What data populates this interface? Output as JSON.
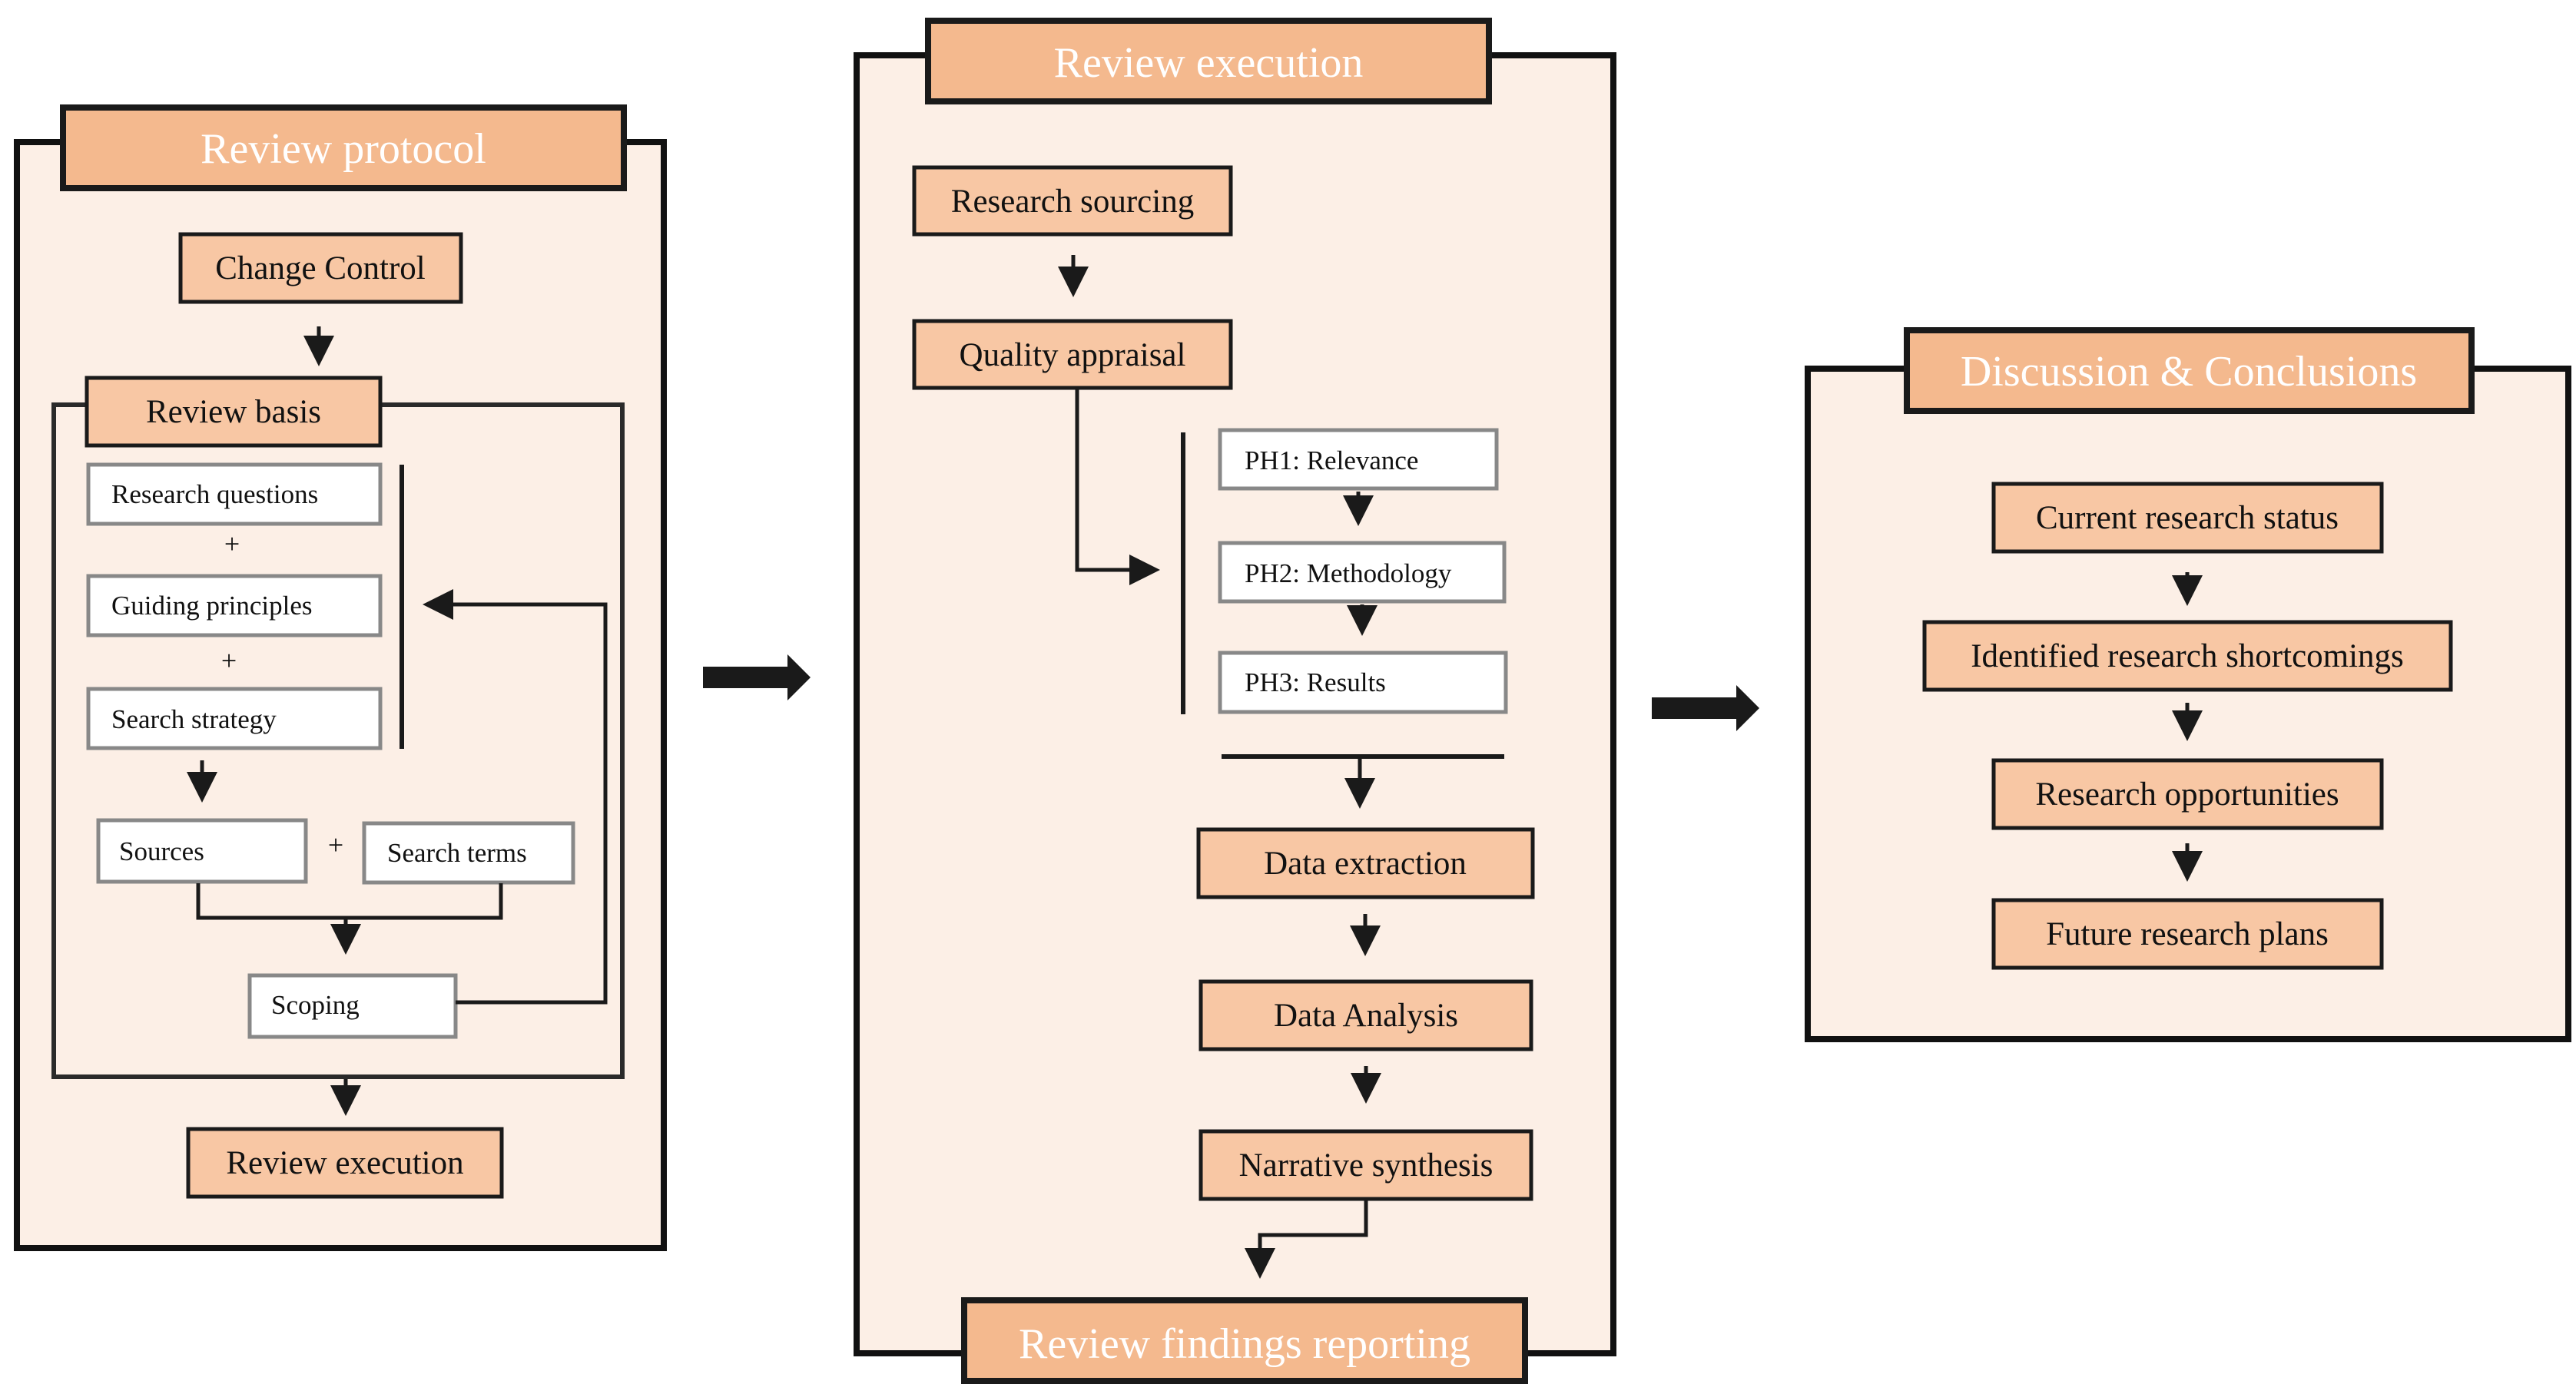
{
  "protocol": {
    "title": "Review protocol",
    "change_control": "Change Control",
    "review_basis": "Review basis",
    "research_questions": "Research questions",
    "guiding_principles": "Guiding principles",
    "search_strategy": "Search strategy",
    "plus": "+",
    "sources": "Sources",
    "search_terms": "Search terms",
    "scoping": "Scoping",
    "review_execution": "Review execution"
  },
  "execution": {
    "title": "Review execution",
    "research_sourcing": "Research sourcing",
    "quality_appraisal": "Quality appraisal",
    "ph1": "PH1: Relevance",
    "ph2": "PH2: Methodology",
    "ph3": "PH3: Results",
    "data_extraction": "Data extraction",
    "data_analysis": "Data Analysis",
    "narrative_synthesis": "Narrative synthesis",
    "findings_reporting": "Review findings reporting"
  },
  "discussion": {
    "title": "Discussion & Conclusions",
    "current_status": "Current research status",
    "shortcomings": "Identified research shortcomings",
    "opportunities": "Research opportunities",
    "future_plans": "Future research plans"
  },
  "colors": {
    "panel_fill": "#fcefe6",
    "header_fill": "#f4b98e",
    "box_fill": "#f8c7a4",
    "border": "#111111"
  }
}
